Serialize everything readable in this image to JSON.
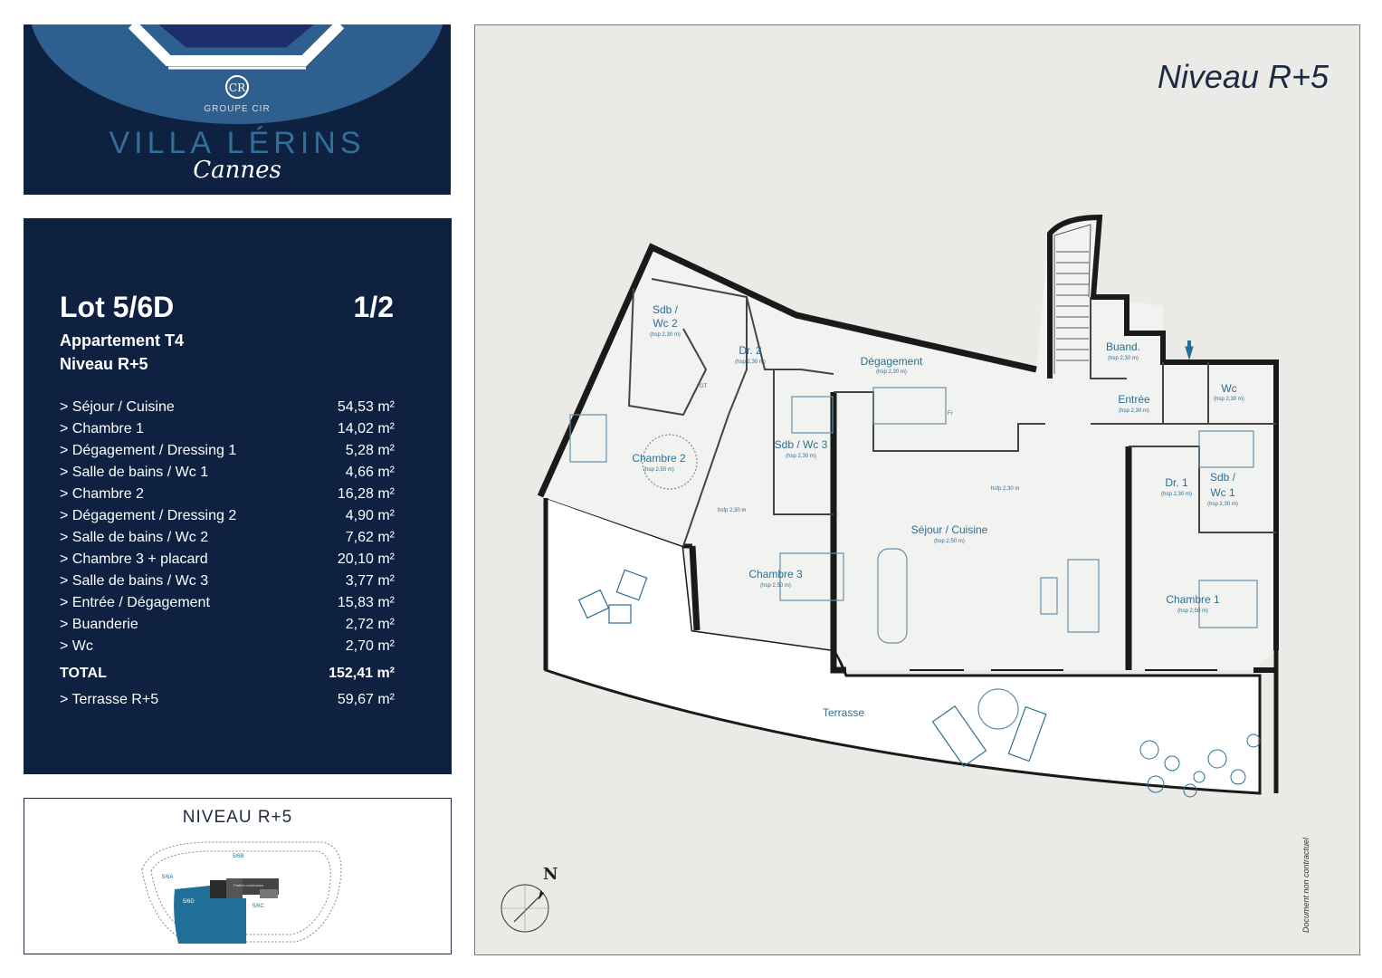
{
  "brand": {
    "group": "GROUPE CIR",
    "name": "VILLA LÉRINS",
    "city": "Cannes",
    "colors": {
      "panel": "#0f2140",
      "accent": "#2f6f9a"
    }
  },
  "lot": {
    "title": "Lot 5/6D",
    "page": "1/2",
    "type": "Appartement T4",
    "level": "Niveau R+5",
    "rooms": [
      {
        "name": "> Séjour / Cuisine",
        "area": "54,53 m²"
      },
      {
        "name": "> Chambre 1",
        "area": "14,02 m²"
      },
      {
        "name": "> Dégagement / Dressing 1",
        "area": "5,28 m²"
      },
      {
        "name": "> Salle de bains / Wc 1",
        "area": "4,66 m²"
      },
      {
        "name": "> Chambre 2",
        "area": "16,28 m²"
      },
      {
        "name": "> Dégagement / Dressing 2",
        "area": "4,90 m²"
      },
      {
        "name": "> Salle de bains / Wc 2",
        "area": "7,62 m²"
      },
      {
        "name": "> Chambre 3 + placard",
        "area": "20,10 m²"
      },
      {
        "name": "> Salle de bains / Wc 3",
        "area": "3,77 m²"
      },
      {
        "name": "> Entrée / Dégagement",
        "area": "15,83 m²"
      },
      {
        "name": "> Buanderie",
        "area": "2,72 m²"
      },
      {
        "name": "> Wc",
        "area": "2,70 m²"
      }
    ],
    "total_label": "TOTAL",
    "total_area": "152,41 m²",
    "terrace_label": "> Terrasse R+5",
    "terrace_area": "59,67 m²"
  },
  "keyplan": {
    "title": "NIVEAU R+5",
    "lots": [
      "5/6A",
      "5/6B",
      "5/6C",
      "5/6D"
    ],
    "common": "Parties communes"
  },
  "plan": {
    "level_title": "Niveau R+5",
    "north": "N",
    "disclaimer": "Document non contractuel",
    "rooms": {
      "sdb_wc2_a": "Sdb /",
      "sdb_wc2_b": "Wc 2",
      "sdb_wc2_h": "(hsp 2,30 m)",
      "dr2": "Dr. 2",
      "dr2_h": "(hsp 2,30 m)",
      "degagement": "Dégagement",
      "degagement_h": "(hsp 2,30 m)",
      "buand": "Buand.",
      "buand_h": "(hsp 2,30 m)",
      "entree": "Entrée",
      "entree_h": "(hsp 2,30 m)",
      "wc": "Wc",
      "wc_h": "(hsp 2,30 m)",
      "chambre2": "Chambre 2",
      "chambre2_h": "(hsp 2,50 m)",
      "sdb_wc3": "Sdb / Wc 3",
      "sdb_wc3_h": "(hsp 2,30 m)",
      "sejour": "Séjour / Cuisine",
      "sejour_h": "(hsp 2,50 m)",
      "dr1": "Dr. 1",
      "dr1_h": "(hsp 2,30 m)",
      "sdb_wc1_a": "Sdb /",
      "sdb_wc1_b": "Wc 1",
      "sdb_wc1_h": "(hsp 2,30 m)",
      "chambre3": "Chambre 3",
      "chambre3_h": "(hsp 2,50 m)",
      "chambre1": "Chambre 1",
      "chambre1_h": "(hsp 2,50 m)",
      "terrasse": "Terrasse",
      "hsfp1": "hsfp 2,30 m",
      "hsfp2": "hsfp 2,30 m",
      "gt": "GT",
      "fr": "Fr"
    },
    "colors": {
      "label": "#2a6f93",
      "wall": "#1a1a1a",
      "arrow": "#1e6f99"
    }
  }
}
